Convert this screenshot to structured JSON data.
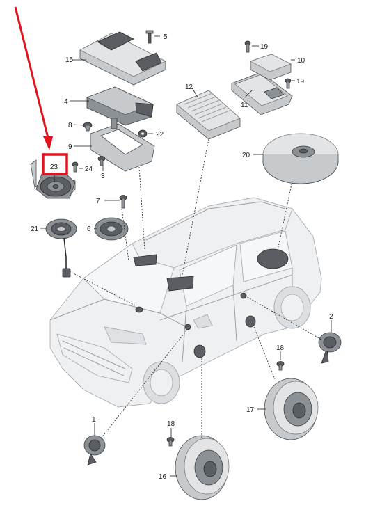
{
  "callouts": {
    "c1": "1",
    "c2": "2",
    "c3": "3",
    "c4": "4",
    "c5": "5",
    "c6": "6",
    "c7": "7",
    "c8": "8",
    "c9": "9",
    "c10": "10",
    "c11": "11",
    "c12": "12",
    "c16": "16",
    "c17": "17",
    "c18a": "18",
    "c18b": "18",
    "c19a": "19",
    "c19b": "19",
    "c20": "20",
    "c21": "21",
    "c22": "22",
    "c23": "23",
    "c24": "24"
  },
  "colors": {
    "highlight": "#e0141e",
    "line": "#1a1a1a",
    "car": "#a8adb2"
  }
}
